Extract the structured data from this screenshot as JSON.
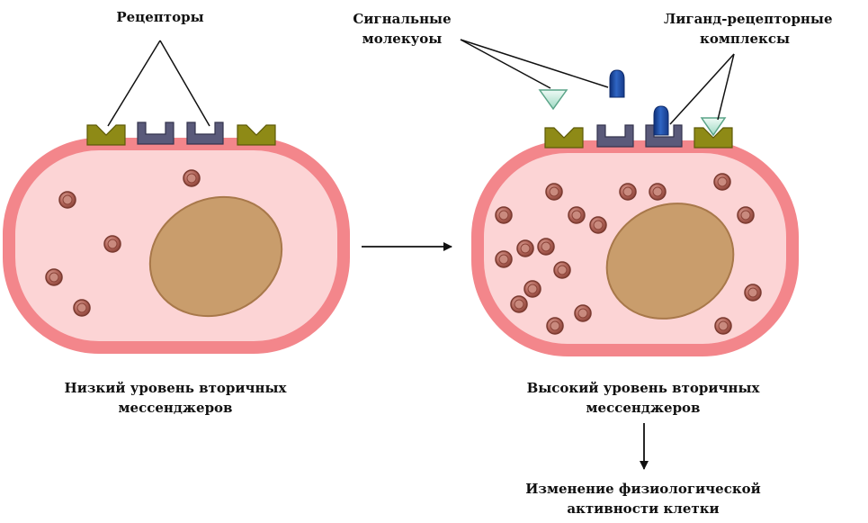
{
  "labels": {
    "receptors": "Рецепторы",
    "signal_molecules_line1": "Сигнальные",
    "signal_molecules_line2": "молекуоы",
    "ligand_complexes_line1": "Лиганд-рецепторные",
    "ligand_complexes_line2": "комплексы",
    "low_level_line1": "Низкий уровень вторичных",
    "low_level_line2": "мессенджеров",
    "high_level_line1": "Высокий уровень вторичных",
    "high_level_line2": "мессенджеров",
    "change_line1": "Изменение физиологической",
    "change_line2": "активности клетки"
  },
  "colors": {
    "membrane": "#f3868b",
    "cytoplasm": "#fcd4d5",
    "nucleus_fill": "#c99d6c",
    "nucleus_stroke": "#a8784a",
    "messenger_fill": "#b5685d",
    "messenger_stroke": "#7a3a30",
    "receptor_olive": "#8e8a16",
    "receptor_slate": "#5a5a7a",
    "ligand_green": "#c9ecdf",
    "ligand_blue": "#1f4ea3",
    "arrow": "#111111"
  },
  "icons": {
    "olive_receptor": "v-notch-receptor",
    "slate_receptor": "u-cup-receptor",
    "green_ligand": "inverted-cone",
    "blue_ligand": "rounded-capsule"
  }
}
